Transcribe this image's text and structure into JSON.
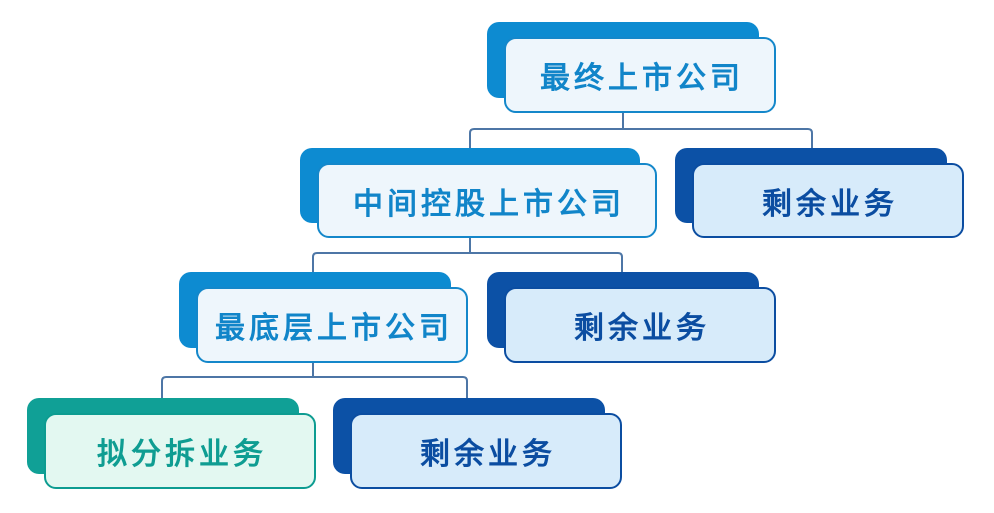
{
  "diagram": {
    "type": "org-hierarchy",
    "description": "Spin-off listing structure chart",
    "background_color": "#ffffff",
    "connector_color": "#4d76a6",
    "palettes": {
      "blue": {
        "shadow": "#0d8bd1",
        "border": "#1487ca",
        "fill": "#eef6fc",
        "text": "#1185c9"
      },
      "navy": {
        "shadow": "#0c51a6",
        "border": "#0b4da1",
        "fill": "#d7ebfa",
        "text": "#0b4da1"
      },
      "teal": {
        "shadow": "#10a096",
        "border": "#0d9c91",
        "fill": "#e3f8f1",
        "text": "#0f9d92"
      }
    },
    "nodes": {
      "ultimate": {
        "label": "最终上市公司",
        "palette": "blue",
        "level": 1
      },
      "intermediate": {
        "label": "中间控股上市公司",
        "palette": "blue",
        "level": 2
      },
      "remaining_l2": {
        "label": "剩余业务",
        "palette": "navy",
        "level": 2
      },
      "bottom": {
        "label": "最底层上市公司",
        "palette": "blue",
        "level": 3
      },
      "remaining_l3": {
        "label": "剩余业务",
        "palette": "navy",
        "level": 3
      },
      "spinoff": {
        "label": "拟分拆业务",
        "palette": "teal",
        "level": 4
      },
      "remaining_l4": {
        "label": "剩余业务",
        "palette": "navy",
        "level": 4
      }
    },
    "edges": [
      {
        "from": "ultimate",
        "to": [
          "intermediate",
          "remaining_l2"
        ]
      },
      {
        "from": "intermediate",
        "to": [
          "bottom",
          "remaining_l3"
        ]
      },
      {
        "from": "bottom",
        "to": [
          "spinoff",
          "remaining_l4"
        ]
      }
    ]
  }
}
